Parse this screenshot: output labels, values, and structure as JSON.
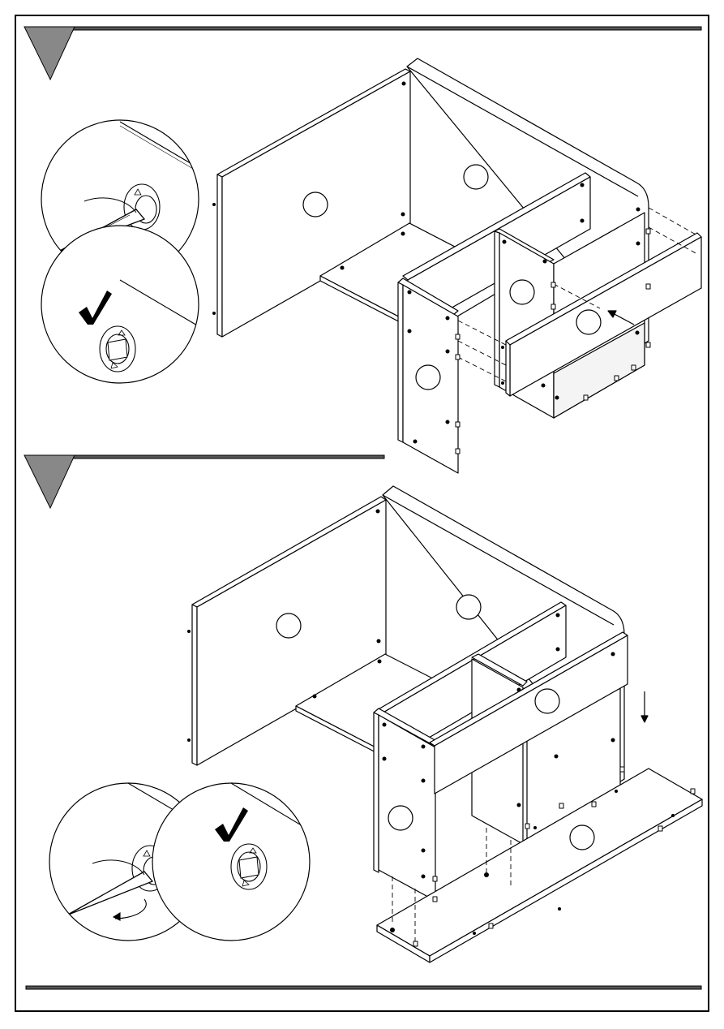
{
  "document": {
    "type": "assembly-instruction-page",
    "steps": [
      {
        "marker": "",
        "figure": "attach-front-panel-with-cam-locks"
      },
      {
        "marker": "",
        "figure": "attach-bottom-board"
      }
    ],
    "details": {
      "cam_lock_turn": "screwdriver-turns-cam-lock",
      "cam_lock_ok": "check-mark-locked-cam"
    }
  }
}
